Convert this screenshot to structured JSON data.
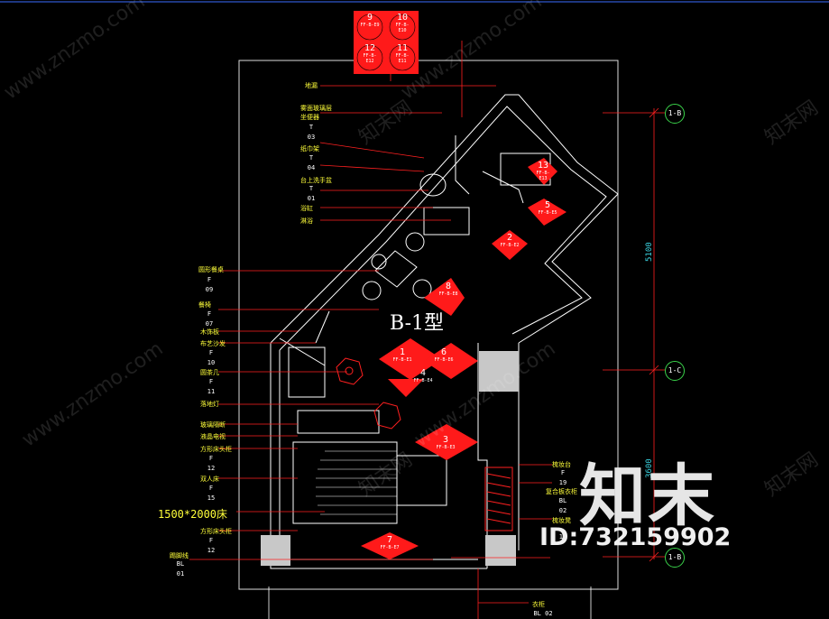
{
  "drawing": {
    "room_type": "B-1型",
    "bed_size": "1500*2000床",
    "dimensions": [
      "5100",
      "3600"
    ]
  },
  "axes": [
    "1-B",
    "1-C",
    "1-B"
  ],
  "callouts": [
    {
      "label": "地漏"
    },
    {
      "label": "雾面玻璃层",
      "code": "",
      "num": ""
    },
    {
      "label": "坐便器",
      "code": "T",
      "num": "03"
    },
    {
      "label": "纸巾架",
      "code": "T",
      "num": "04"
    },
    {
      "label": "台上洗手盆",
      "code": "T",
      "num": "01"
    },
    {
      "label": "浴缸",
      "code": "",
      "num": ""
    },
    {
      "label": "淋浴",
      "code": "",
      "num": ""
    },
    {
      "label": "圆形餐桌",
      "code": "F",
      "num": "09"
    },
    {
      "label": "餐椅",
      "code": "F",
      "num": "07"
    },
    {
      "label": "木饰板",
      "code": "",
      "num": ""
    },
    {
      "label": "布艺沙发",
      "code": "F",
      "num": "10"
    },
    {
      "label": "圆茶几",
      "code": "F",
      "num": "11"
    },
    {
      "label": "落地灯",
      "code": "",
      "num": ""
    },
    {
      "label": "玻璃隔断",
      "code": "",
      "num": ""
    },
    {
      "label": "液晶电视",
      "code": "",
      "num": ""
    },
    {
      "label": "方形床头柜",
      "code": "F",
      "num": "12"
    },
    {
      "label": "双人床",
      "code": "F",
      "num": "15"
    },
    {
      "label": "方形床头柜",
      "code": "F",
      "num": "12"
    },
    {
      "label": "踢脚线",
      "code": "BL",
      "num": "01"
    }
  ],
  "right_callouts": [
    {
      "label": "梳妆台",
      "code": "F",
      "num": "19"
    },
    {
      "label": "复合板衣柜",
      "code": "BL",
      "num": "02"
    },
    {
      "label": "梳妆凳",
      "code": "",
      "num": "14"
    }
  ],
  "bottom_callout": {
    "label": "衣柜",
    "code": "BL",
    "num": "02"
  },
  "refs": [
    {
      "top": "9",
      "bottom": "FF-B-E9"
    },
    {
      "top": "10",
      "bottom": "FF-B-E10"
    },
    {
      "top": "12",
      "bottom": "FF-B-E12"
    },
    {
      "top": "11",
      "bottom": "FF-B-E11"
    },
    {
      "top": "13",
      "bottom": "FF-B-E13"
    },
    {
      "top": "5",
      "bottom": "FF-B-E5"
    },
    {
      "top": "2",
      "bottom": "FF-B-E2"
    },
    {
      "top": "8",
      "bottom": "FF-B-E8"
    },
    {
      "top": "1",
      "bottom": "FF-B-E1"
    },
    {
      "top": "4",
      "bottom": "FF-B-E4"
    },
    {
      "top": "6",
      "bottom": "FF-B-E6"
    },
    {
      "top": "3",
      "bottom": "FF-B-E3"
    },
    {
      "top": "7",
      "bottom": "FF-B-E7"
    }
  ],
  "watermark": {
    "site": "www.znzmo.com",
    "brand": "知末网",
    "logo": "知末",
    "id": "ID:732159902"
  },
  "colors": {
    "background": "#000000",
    "wall": "#ffffff",
    "leader": "#ff2020",
    "label": "#ffff3a",
    "dimension": "#3ad3e0",
    "axis_circle": "#3ad34a",
    "furniture": "#ffffff"
  }
}
